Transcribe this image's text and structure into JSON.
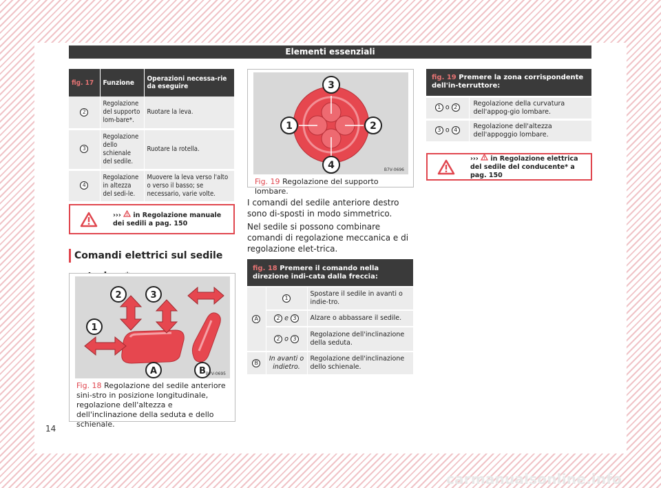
{
  "header": {
    "title": "Elementi essenziali"
  },
  "page_number": "14",
  "watermark": "carmanualsonline.info",
  "table17": {
    "fig_label": "fig. 17",
    "col_function": "Funzione",
    "col_operations": "Operazioni necessa-rie da eseguire",
    "rows": [
      {
        "num": "2",
        "function": "Regolazione del supporto lom-bare*.",
        "operation": "Ruotare la leva."
      },
      {
        "num": "3",
        "function": "Regolazione dello schienale del sedile.",
        "operation": "Ruotare la rotella."
      },
      {
        "num": "4",
        "function": "Regolazione in altezza del sedi-le.",
        "operation": "Muovere la leva verso l'alto o verso il basso; se necessario, varie volte."
      }
    ]
  },
  "warning1": {
    "prefix": "›››",
    "text": "in Regolazione manuale dei sedili a pag. 150"
  },
  "section_title": "Comandi elettrici sul sedile anteriore*",
  "fig18": {
    "ref": "B7V-0695",
    "labels": [
      "1",
      "2",
      "3",
      "A",
      "B"
    ],
    "caption_label": "Fig. 18",
    "caption": "Regolazione del sedile anteriore sini-stro in posizione longitudinale, regolazione dell'altezza e dell'inclinazione della seduta e dello schienale."
  },
  "fig19": {
    "ref": "B7V-0696",
    "labels": [
      "1",
      "2",
      "3",
      "4"
    ],
    "caption_label": "Fig. 19",
    "caption": "Regolazione del supporto lombare."
  },
  "paragraph1": "I comandi del sedile anteriore destro sono di-sposti in modo simmetrico.",
  "paragraph2": "Nel sedile si possono combinare comandi di regolazione meccanica e di regolazione elet-trica.",
  "table18": {
    "fig_label": "fig. 18",
    "header": "Premere il comando nella direzione indi-cata dalla freccia:",
    "group_a": "A",
    "group_b": "B",
    "r1_num": "1",
    "r1_text": "Spostare il sedile in avanti o indie-tro.",
    "r2_num_a": "2",
    "r2_conj": "e",
    "r2_num_b": "3",
    "r2_text": "Alzare o abbassare il sedile.",
    "r3_num_a": "2",
    "r3_conj": "o",
    "r3_num_b": "3",
    "r3_text": "Regolazione dell'inclinazione della seduta.",
    "r4_key": "In avanti o indietro.",
    "r4_text": "Regolazione dell'inclinazione dello schienale."
  },
  "table19": {
    "fig_label": "fig. 19",
    "header": "Premere la zona corrispondente dell'in-terruttore:",
    "rows": [
      {
        "a": "1",
        "conj": "o",
        "b": "2",
        "text": "Regolazione della curvatura dell'appog-gio lombare."
      },
      {
        "a": "3",
        "conj": "o",
        "b": "4",
        "text": "Regolazione dell'altezza dell'appoggio lombare."
      }
    ]
  },
  "warning2": {
    "prefix": "›››",
    "text": "in Regolazione elettrica del sedile del conducente* a pag. 150"
  },
  "colors": {
    "accent": "#e0454d",
    "header_bg": "#3a3a3a",
    "cell_bg": "#ececec"
  }
}
